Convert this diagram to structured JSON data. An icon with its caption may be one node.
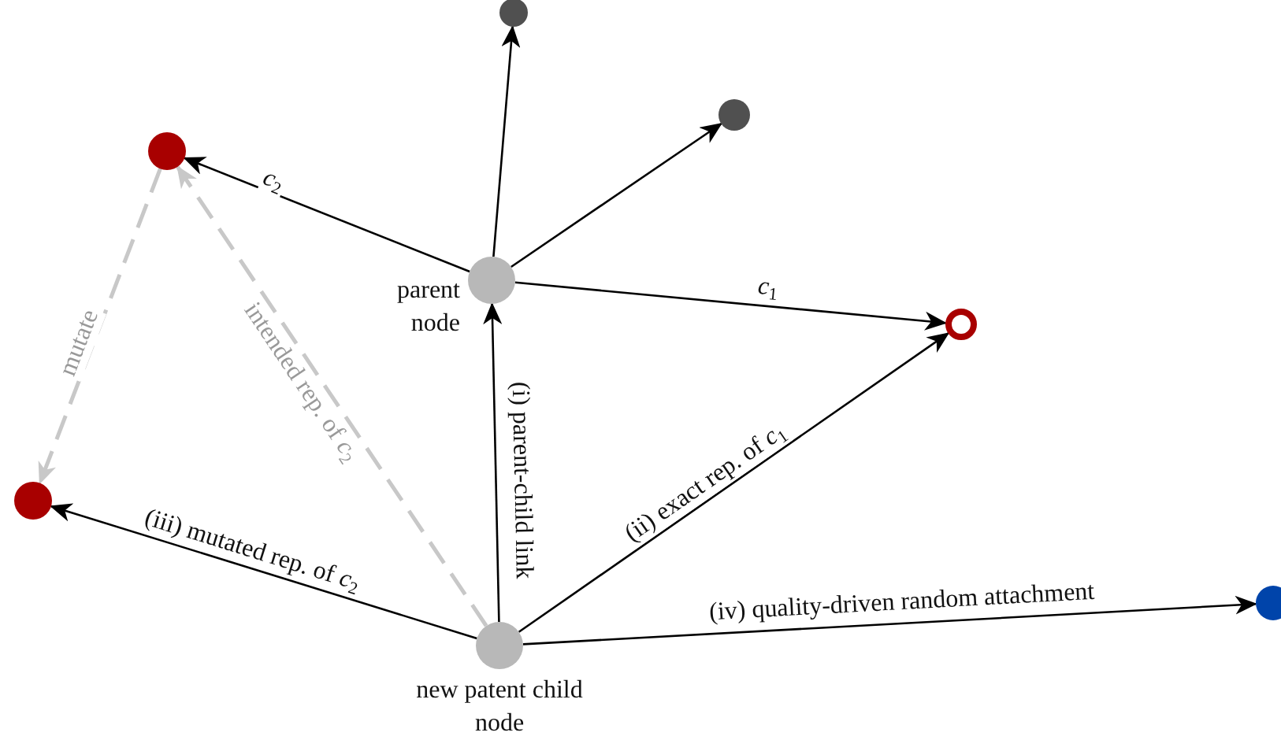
{
  "diagram": {
    "nodes": [
      {
        "text": [],
        "shape": "circle"
      },
      {
        "text": [],
        "shape": "circle"
      },
      {
        "text": [],
        "shape": "circle"
      },
      {
        "text": [],
        "shape": "circle",
        "beside": [
          "parent node"
        ]
      },
      {
        "text": [],
        "shape": "circle"
      },
      {
        "text": [],
        "shape": "circle"
      },
      {
        "text": [],
        "shape": "circle",
        "beside": [
          "new patent child node"
        ]
      },
      {
        "text": [],
        "shape": "circle"
      }
    ],
    "edges": [
      {
        "from": 3,
        "to": 0,
        "arrow": "to"
      },
      {
        "from": 3,
        "to": 1,
        "arrow": "to"
      },
      {
        "from": 3,
        "to": 2,
        "arrow": "to",
        "label": "*c*$_{2}$"
      },
      {
        "from": 3,
        "to": 4,
        "arrow": "to",
        "label": "*c*$_{1}$"
      },
      {
        "from": 6,
        "to": 3,
        "arrow": "to",
        "label": "(i) parent-child link"
      },
      {
        "from": 6,
        "to": 4,
        "arrow": "to",
        "label": "(ii) exact rep. of *c*$_{1}$"
      },
      {
        "from": 6,
        "to": 5,
        "arrow": "to",
        "label": "(iii) mutated rep. of *c*$_{2}$"
      },
      {
        "from": 6,
        "to": 7,
        "arrow": "to",
        "label": "(iv) quality-driven random attachment"
      },
      {
        "from": 6,
        "to": 2,
        "arrow": "to",
        "label": "intended rep. of *c*$_{2}$",
        "style": "dashed",
        "color": "#c8c8c8"
      },
      {
        "from": 2,
        "to": 5,
        "arrow": "to",
        "label": "mutate",
        "style": "dashed",
        "color": "#c8c8c8"
      }
    ]
  }
}
